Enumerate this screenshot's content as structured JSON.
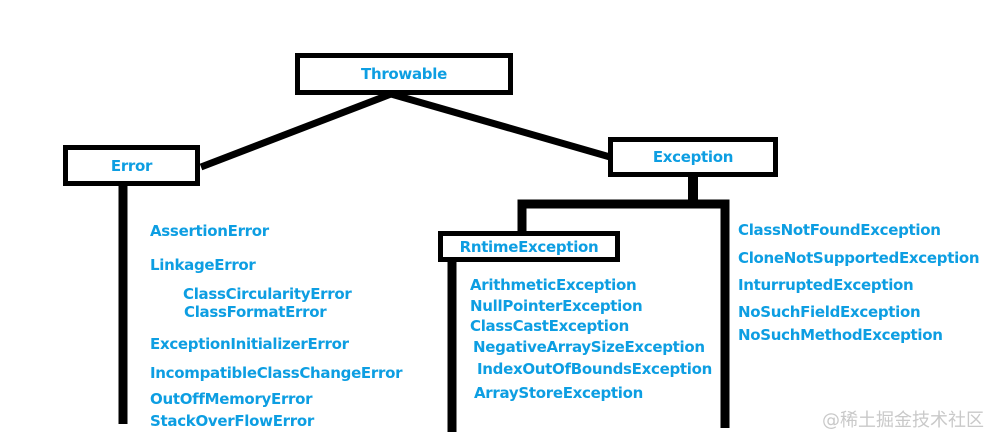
{
  "diagram": {
    "nodes": {
      "throwable": {
        "label": "Throwable"
      },
      "error": {
        "label": "Error"
      },
      "exception": {
        "label": "Exception"
      },
      "runtime_exception": {
        "label": "RntimeException"
      }
    },
    "error_children": [
      "AssertionError",
      "LinkageError",
      "ClassCircularityError",
      "ClassFormatError",
      "ExceptionInitializerError",
      "IncompatibleClassChangeError",
      "OutOffMemoryError",
      "StackOverFlowError"
    ],
    "runtime_exception_children": [
      "ArithmeticException",
      "NullPointerException",
      "ClassCastException",
      "NegativeArraySizeException",
      "IndexOutOfBoundsException",
      "ArrayStoreException"
    ],
    "exception_children": [
      "ClassNotFoundException",
      "CloneNotSupportedException",
      "InturruptedException",
      "NoSuchFieldException",
      "NoSuchMethodException"
    ],
    "watermark": "@稀土掘金技术社区",
    "colors": {
      "text_blue": "#0D9EE2",
      "line_black": "#000000",
      "watermark_gray": "#C9C9C9",
      "background": "#FFFFFF"
    }
  }
}
